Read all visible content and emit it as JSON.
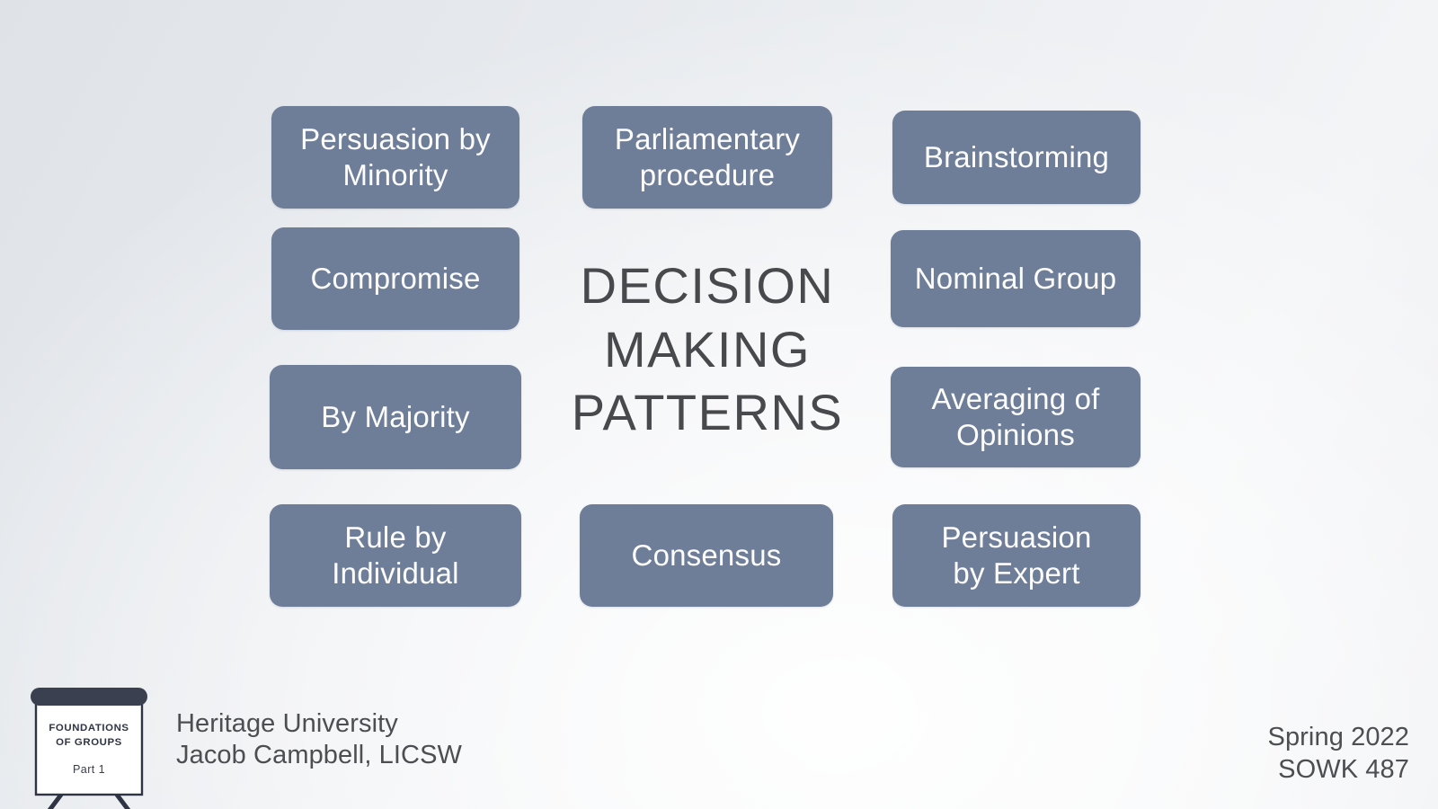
{
  "slide": {
    "center_title_lines": [
      "DECISION",
      "MAKING",
      "PATTERNS"
    ],
    "background_colors": {
      "gradient_start": "#dfe3e8",
      "gradient_end": "#f2f4f6",
      "box_fill": "#6f7e98",
      "box_text": "#fdfdfe",
      "title_text": "#47494c",
      "footer_text": "#4c4e52",
      "logo_dark": "#2e3443"
    },
    "columns": {
      "left": [
        {
          "id": "persuasion-minority",
          "lines": [
            "Persuasion by",
            "Minority"
          ]
        },
        {
          "id": "compromise",
          "lines": [
            "Compromise"
          ]
        },
        {
          "id": "by-majority",
          "lines": [
            "By Majority"
          ]
        },
        {
          "id": "rule-by-individual",
          "lines": [
            "Rule by",
            "Individual"
          ]
        }
      ],
      "middle": [
        {
          "id": "parliamentary",
          "lines": [
            "Parliamentary",
            "procedure"
          ]
        },
        {
          "id": "consensus",
          "lines": [
            "Consensus"
          ]
        }
      ],
      "right": [
        {
          "id": "brainstorming",
          "lines": [
            "Brainstorming"
          ]
        },
        {
          "id": "nominal-group",
          "lines": [
            "Nominal Group"
          ]
        },
        {
          "id": "averaging-opinions",
          "lines": [
            "Averaging of",
            "Opinions"
          ]
        },
        {
          "id": "persuasion-expert",
          "lines": [
            "Persuasion",
            "by Expert"
          ]
        }
      ]
    }
  },
  "boxes": {
    "persuasion_minority_line1": "Persuasion by",
    "persuasion_minority_line2": "Minority",
    "compromise": "Compromise",
    "by_majority": "By Majority",
    "rule_by_individual_line1": "Rule by",
    "rule_by_individual_line2": "Individual",
    "parliamentary_line1": "Parliamentary",
    "parliamentary_line2": "procedure",
    "consensus": "Consensus",
    "brainstorming": "Brainstorming",
    "nominal_group": "Nominal Group",
    "averaging_opinions_line1": "Averaging of",
    "averaging_opinions_line2": "Opinions",
    "persuasion_expert_line1": "Persuasion",
    "persuasion_expert_line2": "by Expert"
  },
  "title": {
    "line1": "DECISION",
    "line2": "MAKING",
    "line3": "PATTERNS"
  },
  "footer": {
    "left_line1": "Heritage University",
    "left_line2": "Jacob Campbell, LICSW",
    "right_line1": "Spring 2022",
    "right_line2": "SOWK 487"
  },
  "logo": {
    "icon": "flipchart-easel-icon",
    "title_line1": "FOUNDATIONS",
    "title_line2": "OF GROUPS",
    "part_label": "Part 1"
  }
}
